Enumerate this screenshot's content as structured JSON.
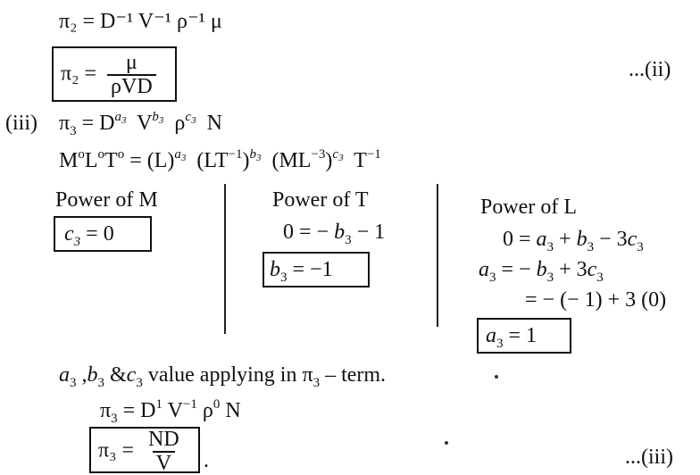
{
  "line1": "π₂ = D⁻¹ V⁻¹ ρ⁻¹ μ",
  "box_pi2": {
    "lhs": "π₂ =",
    "num": "μ",
    "den": "ρVD"
  },
  "tag_ii": "...(ii)",
  "step_label": "(iii)",
  "line_pi3_general": "π₃ = D^a₃ V^b₃ ρ^c₃ N",
  "dim_eq": "MᵒLᵒTᵒ = (L)^a₃ (LT⁻¹)^b₃ (ML⁻³)^c₃ T⁻¹",
  "col_m": {
    "heading": "Power of M",
    "boxed": "c₃ = 0"
  },
  "col_t": {
    "heading": "Power of T",
    "eq": "0 = − b₃ − 1",
    "boxed": "b₃ = −1"
  },
  "col_l": {
    "heading": "Power of L",
    "eq1": "0 = a₃ + b₃ − 3c₃",
    "eq2": "a₃ = − b₃ + 3c₃",
    "eq3": "= − (− 1) + 3 (0)",
    "boxed": "a₃ = 1"
  },
  "apply_text": "a₃ ,b₃ &c₃ value applying in π₃ – term.",
  "line_pi3_sub": "π₃ = D¹ V⁻¹ ρ⁰ N",
  "box_pi3": {
    "lhs": "π₃ =",
    "num": "ND",
    "den": "V"
  },
  "tag_iii": "...(iii)"
}
